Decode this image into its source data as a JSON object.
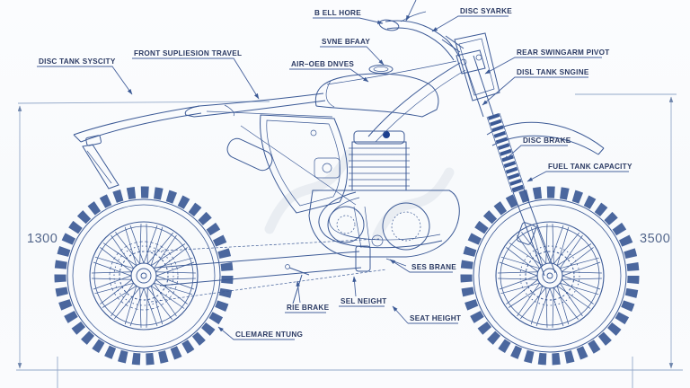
{
  "scene": {
    "type": "technical-blueprint",
    "subject": "dual-sport motorcycle side view with part callouts and dimensions"
  },
  "colors": {
    "line": "#3c5a96",
    "dimension_line": "#93a8c9",
    "label_text": "#2b3a63",
    "dimension_text": "#54678c",
    "background": "#fbfcfe"
  },
  "dimensions": {
    "left_value": "1300",
    "right_value": "3500"
  },
  "labels": {
    "bell_hore": "B ELL HORE",
    "disc_syarke": "DISC SYARKE",
    "svne_bfaay": "SVNE BFAAY",
    "air_oeb_dnves": "AIR–OEB DNVES",
    "disc_tank_syscity": "DISC TANK SYSCITY",
    "front_supliesion_travel": "FRONT SUPLIESION TRAVEL",
    "rear_swingarm_pivot": "REAR SWINGARM PIVOT",
    "disl_tank_sngine": "DISL TANK SNGINE",
    "disc_brake": "DISC BRAKE",
    "fuel_tank_capacity": "FUEL TANK CAPACITY",
    "ses_brane": "SES BRANE",
    "rie_brake": "RIE BRAKE",
    "sel_neight": "SEL NEIGHT",
    "seat_height": "SEAT HEIGHT",
    "clemare_ntung": "CLEMARE NTUNG"
  }
}
